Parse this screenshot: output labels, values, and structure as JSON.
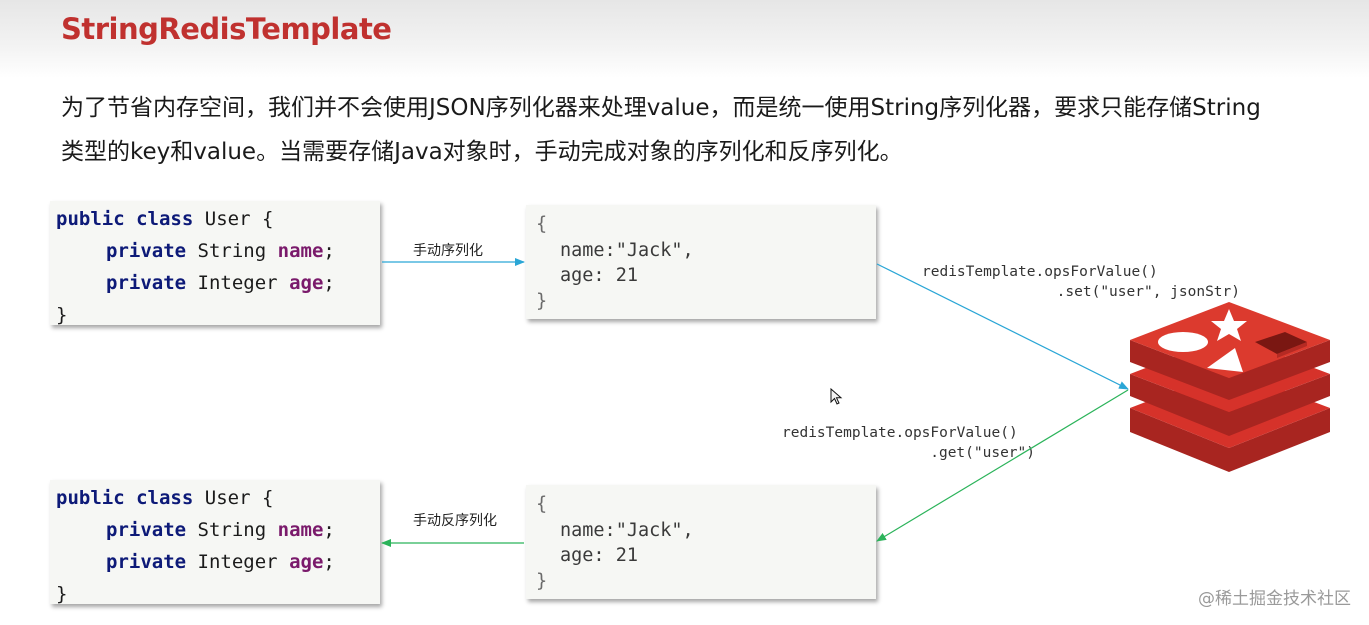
{
  "title": "StringRedisTemplate",
  "description_line1": "为了节省内存空间，我们并不会使用JSON序列化器来处理value，而是统一使用String序列化器，要求只能存储String",
  "description_line2": "类型的key和value。当需要存储Java对象时，手动完成对象的序列化和反序列化。",
  "class_code": {
    "kw_public": "public",
    "kw_class": "class",
    "class_name": "User",
    "open_brace": "{",
    "kw_private": "private",
    "type_string": "String",
    "field_name": "name",
    "type_integer": "Integer",
    "field_age": "age",
    "semicolon": ";",
    "close_brace": "}"
  },
  "json_code": {
    "open_brace": "{",
    "line_name": "name:\"Jack\",",
    "line_age": "age: 21",
    "close_brace": "}"
  },
  "labels": {
    "serialize": "手动序列化",
    "deserialize": "手动反序列化"
  },
  "commands": {
    "set_line1": "redisTemplate.opsForValue()",
    "set_line2": ".set(\"user\", jsonStr)",
    "get_line1": "redisTemplate.opsForValue()",
    "get_line2": ".get(\"user\")"
  },
  "watermark": "@稀土掘金技术社区",
  "colors": {
    "title": "#c0312f",
    "keyword": "#0d1a78",
    "field": "#7a1a6b",
    "arrow_blue": "#2aa6d6",
    "arrow_green": "#2bb35a",
    "redis_red": "#d6322a"
  },
  "icons": {
    "logo": "redis-logo",
    "cursor": "mouse-cursor-icon"
  }
}
